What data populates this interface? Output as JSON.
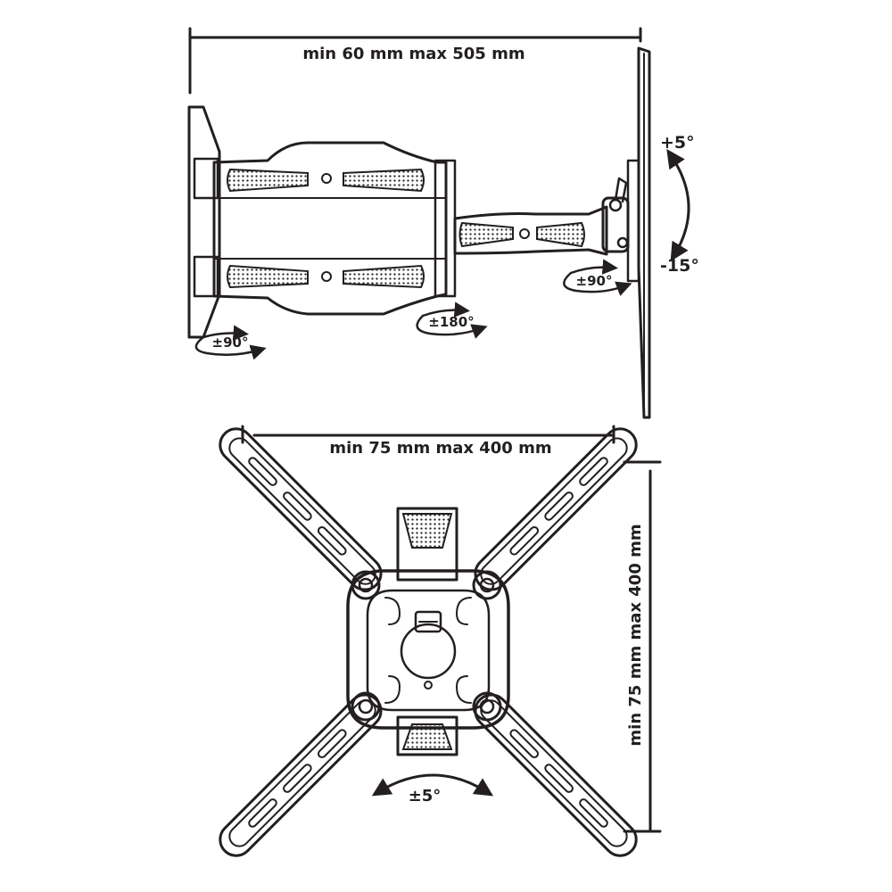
{
  "side_view": {
    "depth_label": "min 60 mm max 505 mm",
    "wall_swivel_label": "±90°",
    "arm_swivel_label": "±180°",
    "head_swivel_label": "±90°",
    "tilt_up_label": "+5°",
    "tilt_down_label": "-15°"
  },
  "front_view": {
    "horizontal_vesa_label": "min 75 mm max 400 mm",
    "vertical_vesa_label": "min 75 mm max 400 mm",
    "rotation_label": "±5°"
  },
  "colors": {
    "ink": "#231f20",
    "paper": "#ffffff"
  }
}
